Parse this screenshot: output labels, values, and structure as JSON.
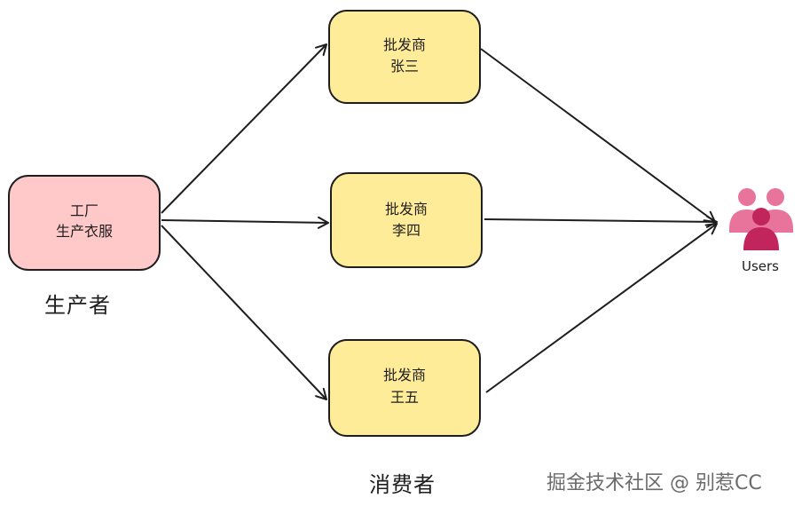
{
  "factory": {
    "line1": "工厂",
    "line2": "生产衣服"
  },
  "wholesalers": [
    {
      "line1": "批发商",
      "line2": "张三"
    },
    {
      "line1": "批发商",
      "line2": "李四"
    },
    {
      "line1": "批发商",
      "line2": "王五"
    }
  ],
  "users": {
    "label": "Users"
  },
  "captions": {
    "producer": "生产者",
    "consumer": "消费者"
  },
  "watermark": "掘金技术社区 @ 别惹CC",
  "colors": {
    "factory_fill": "#ffc9c9",
    "wholesaler_fill": "#ffec99",
    "stroke": "#1e1e1e",
    "users_light": "#e8749b",
    "users_dark": "#c2255c"
  }
}
